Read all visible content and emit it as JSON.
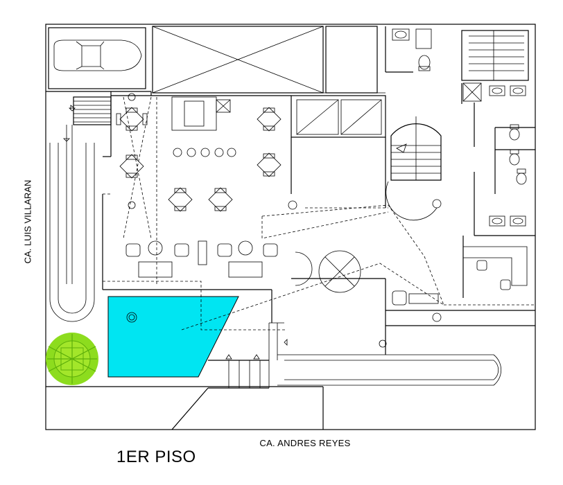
{
  "labels": {
    "street_bottom": "CA. ANDRES REYES",
    "street_left": "CA. LUIS VILLARAN",
    "floor_title": "1ER PISO"
  },
  "colors": {
    "line": "#000000",
    "pool": "#00e5f2",
    "pool_alt": "#16e0ee",
    "tree": "#8ddc1e",
    "tree_dark": "#5cae0a",
    "background": "#ffffff"
  },
  "icons": {
    "car": "car-top-view-icon",
    "tree": "tree-top-view-icon",
    "table": "table-with-chairs-icon",
    "stairs": "stairs-icon",
    "toilet": "toilet-icon",
    "sink": "sink-icon",
    "elevator": "elevator-icon"
  }
}
